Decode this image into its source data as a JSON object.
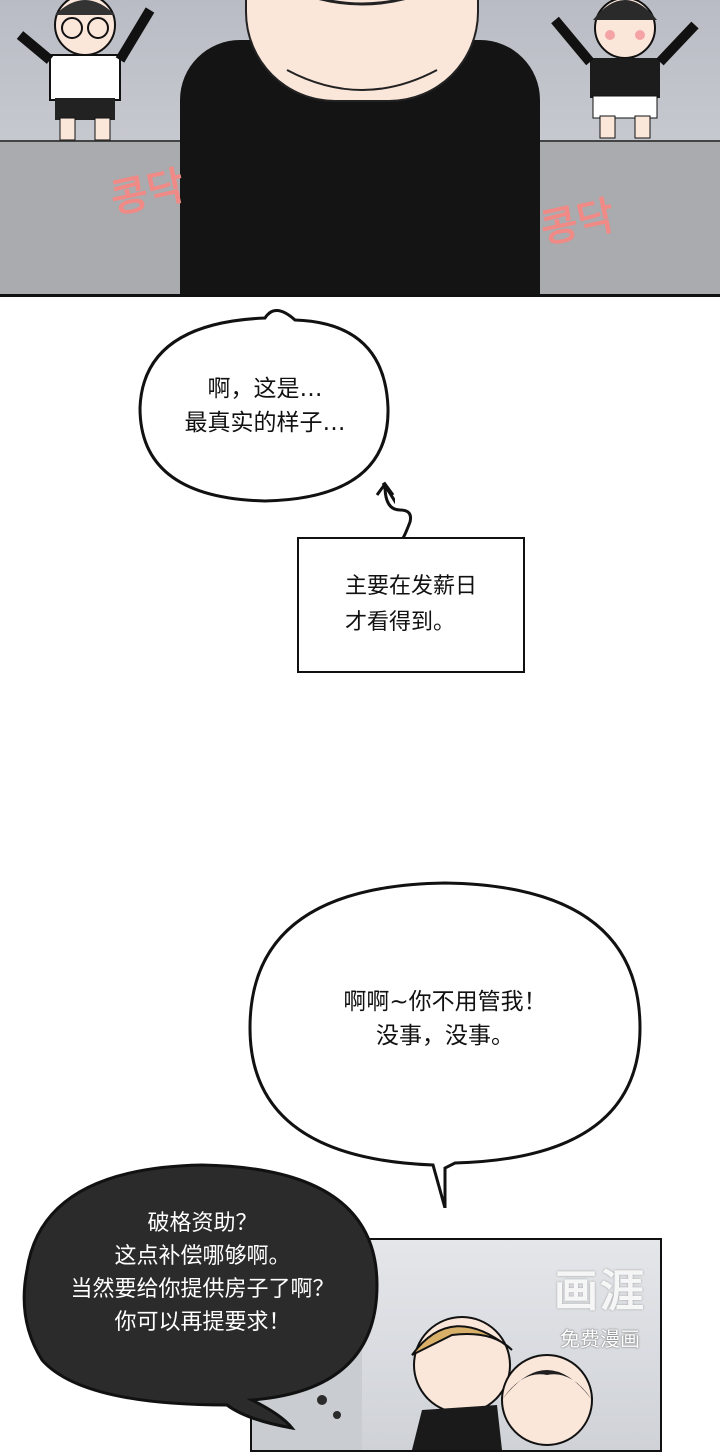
{
  "bubbles": {
    "bubble1": {
      "line1": "啊，这是…",
      "line2": "最真实的样子…"
    },
    "narration": {
      "line1": "主要在发薪日",
      "line2": "才看得到。"
    },
    "bubble2": {
      "line1": "啊啊~你不用管我！",
      "line2": "没事，没事。"
    },
    "bubble3": {
      "line1": "破格资助？",
      "line2": "这点补偿哪够啊。",
      "line3": "当然要给你提供房子了啊？",
      "line4": "你可以再提要求！"
    }
  },
  "sfx": {
    "left": "콩닥",
    "right": "콩닥"
  },
  "watermark": {
    "logo": "画涯",
    "subtitle": "免费漫画"
  },
  "colors": {
    "sfx": "#f08a86",
    "dark_bubble": "#2b2b2b"
  }
}
